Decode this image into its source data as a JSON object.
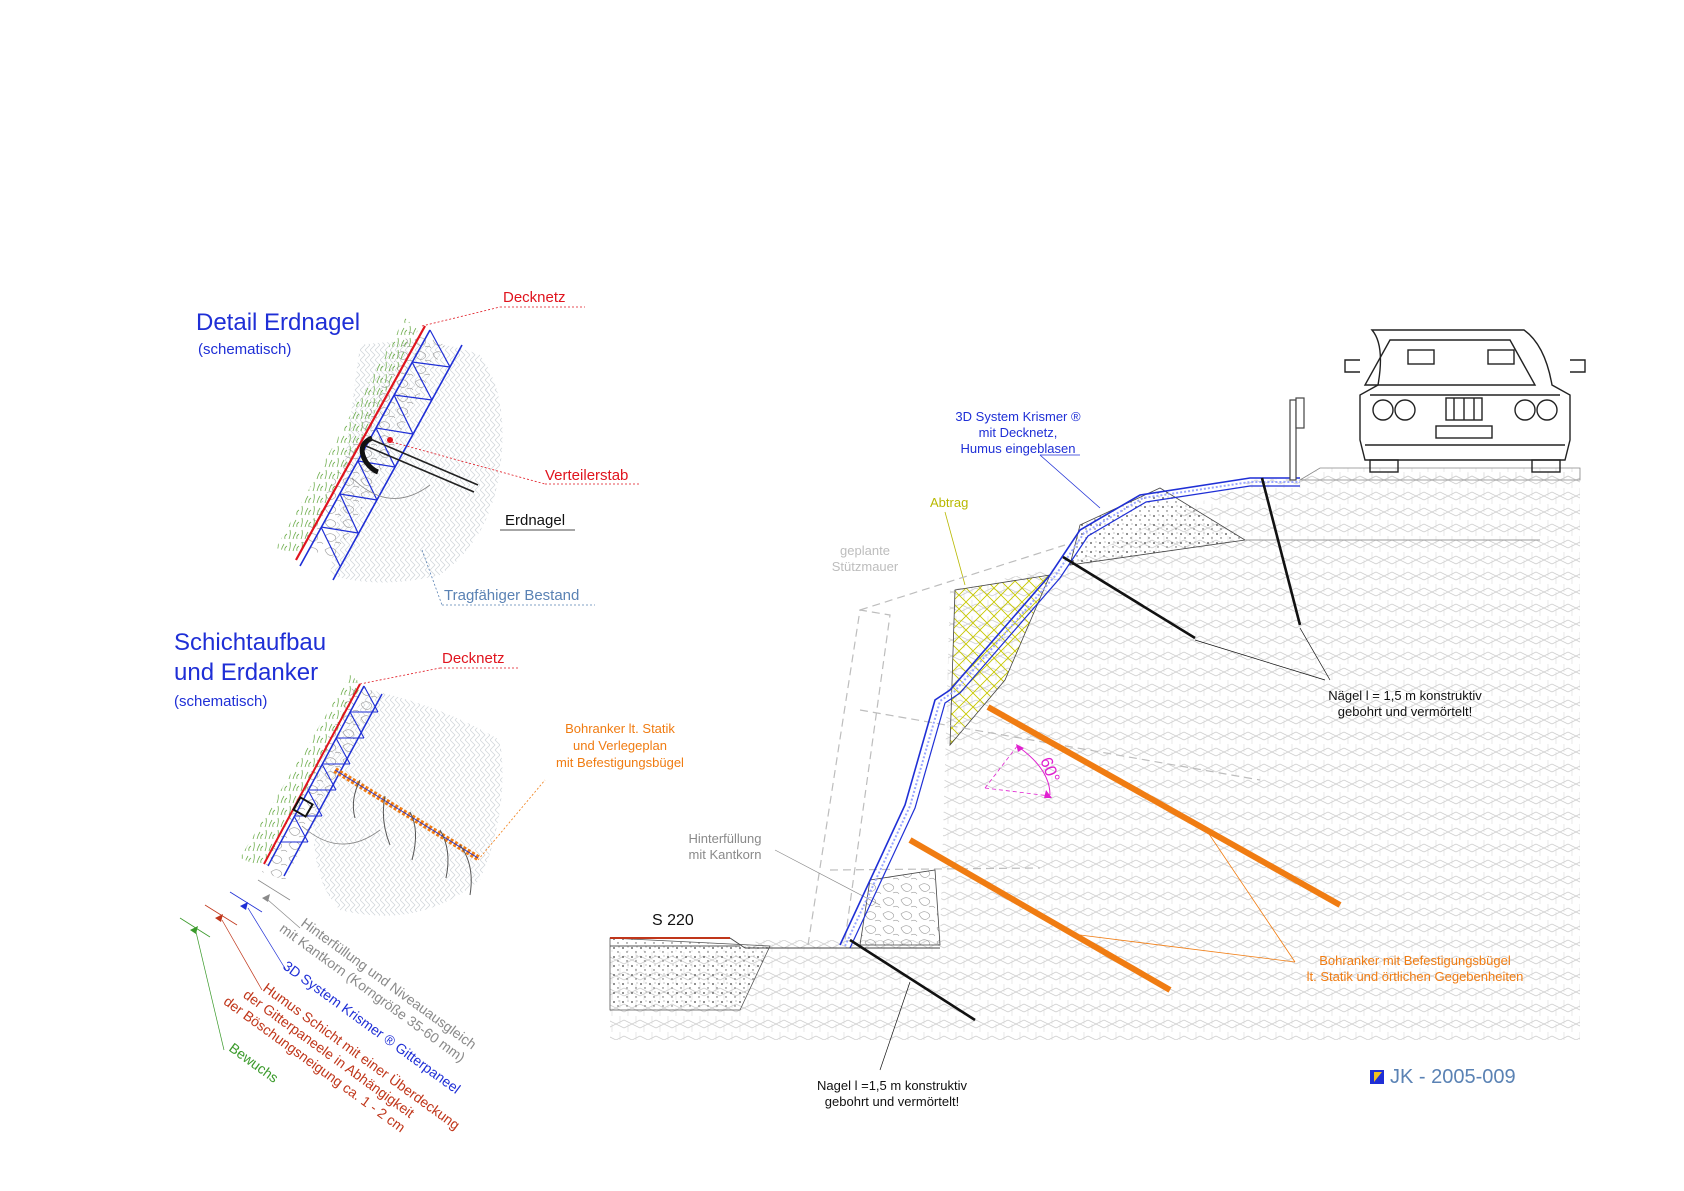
{
  "colors": {
    "blue": "#1f2fd6",
    "red": "#e0141e",
    "black": "#111111",
    "gray": "#8a8a8a",
    "steelblue": "#5a82b4",
    "orange": "#f07c12",
    "olive": "#b8b800",
    "green": "#3a9a2a",
    "brownred": "#c0361a",
    "magenta": "#e020d0",
    "hatch": "#c8c8c8"
  },
  "detail_erdnagel": {
    "title": "Detail Erdnagel",
    "subtitle": "(schematisch)",
    "labels": {
      "decknetz": "Decknetz",
      "verteilerstab": "Verteilerstab",
      "erdnagel": "Erdnagel",
      "bestand": "Tragfähiger Bestand"
    }
  },
  "schichtaufbau": {
    "title_line1": "Schichtaufbau",
    "title_line2": "und Erdanker",
    "subtitle": "(schematisch)",
    "labels": {
      "decknetz": "Decknetz",
      "bohranker_1": "Bohranker lt. Statik",
      "bohranker_2": "und Verlegeplan",
      "bohranker_3": "mit Befestigungsbügel"
    },
    "layers": {
      "hinterfuellung_1": "Hinterfüllung und Niveauausgleich",
      "hinterfuellung_2": "mit Kantkorn (Korngröße 35-60 mm)",
      "system": "3D System Krismer ® Gitterpaneel",
      "humus_1": "Humus Schicht mit einer Überdeckung",
      "humus_2": "der Gitterpaneele in Abhängigkeit",
      "humus_3": "der Böschungsneigung ca. 1 - 2 cm",
      "bewuchs": "Bewuchs"
    }
  },
  "section": {
    "system_1": "3D System Krismer ®",
    "system_2": "mit Decknetz,",
    "system_3": "Humus eingeblasen",
    "abtrag": "Abtrag",
    "stuetzmauer_1": "geplante",
    "stuetzmauer_2": "Stützmauer",
    "naegel_top_1": "Nägel l = 1,5 m konstruktiv",
    "naegel_top_2": "gebohrt und vermörtelt!",
    "angle": "60°",
    "hinterfuellung_1": "Hinterfüllung",
    "hinterfuellung_2": "mit Kantkorn",
    "road": "S 220",
    "bohranker_1": "Bohranker mit Befestigungsbügel",
    "bohranker_2": "lt. Statik und örtlichen Gegebenheiten",
    "nagel_bottom_1": "Nagel l =1,5 m konstruktiv",
    "nagel_bottom_2": "gebohrt und vermörtelt!"
  },
  "footer": {
    "drawing_id": "JK - 2005-009",
    "logo_icon": "krismer-logo-icon"
  }
}
